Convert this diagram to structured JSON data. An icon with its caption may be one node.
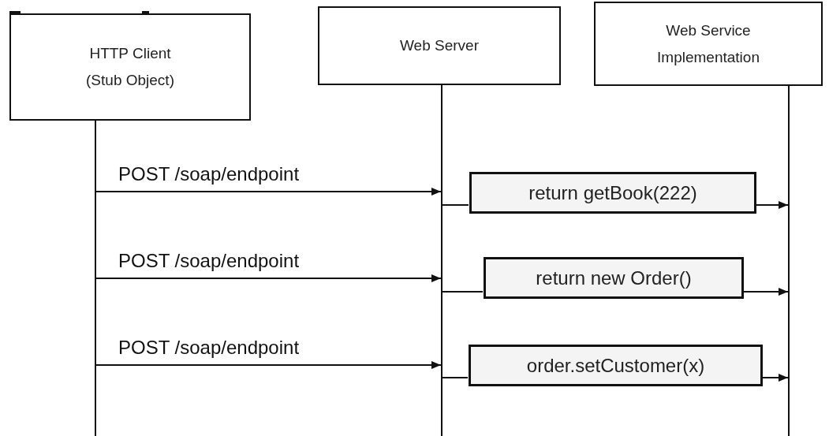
{
  "diagram": {
    "nodes": [
      {
        "text": [
          "HTTP Client",
          "(Stub Object)"
        ]
      },
      {
        "text": [
          "Web Server"
        ]
      },
      {
        "text": [
          "Web Service Implementation"
        ]
      },
      {
        "text": [
          "return getBook(222)"
        ]
      },
      {
        "text": [
          "return new Order()"
        ]
      },
      {
        "text": [
          "order.setCustomer(x)"
        ]
      }
    ],
    "edges": [
      {
        "from": 0,
        "to": 1,
        "arrow": "to",
        "label": "POST /soap/endpoint"
      },
      {
        "from": 1,
        "to": 3,
        "arrow": "none"
      },
      {
        "from": 3,
        "to": 2,
        "arrow": "to"
      },
      {
        "from": 0,
        "to": 1,
        "arrow": "to",
        "label": "POST /soap/endpoint"
      },
      {
        "from": 1,
        "to": 4,
        "arrow": "none"
      },
      {
        "from": 4,
        "to": 2,
        "arrow": "to"
      },
      {
        "from": 0,
        "to": 1,
        "arrow": "to",
        "label": "POST /soap/endpoint"
      },
      {
        "from": 1,
        "to": 5,
        "arrow": "none"
      },
      {
        "from": 5,
        "to": 2,
        "arrow": "to"
      }
    ]
  }
}
